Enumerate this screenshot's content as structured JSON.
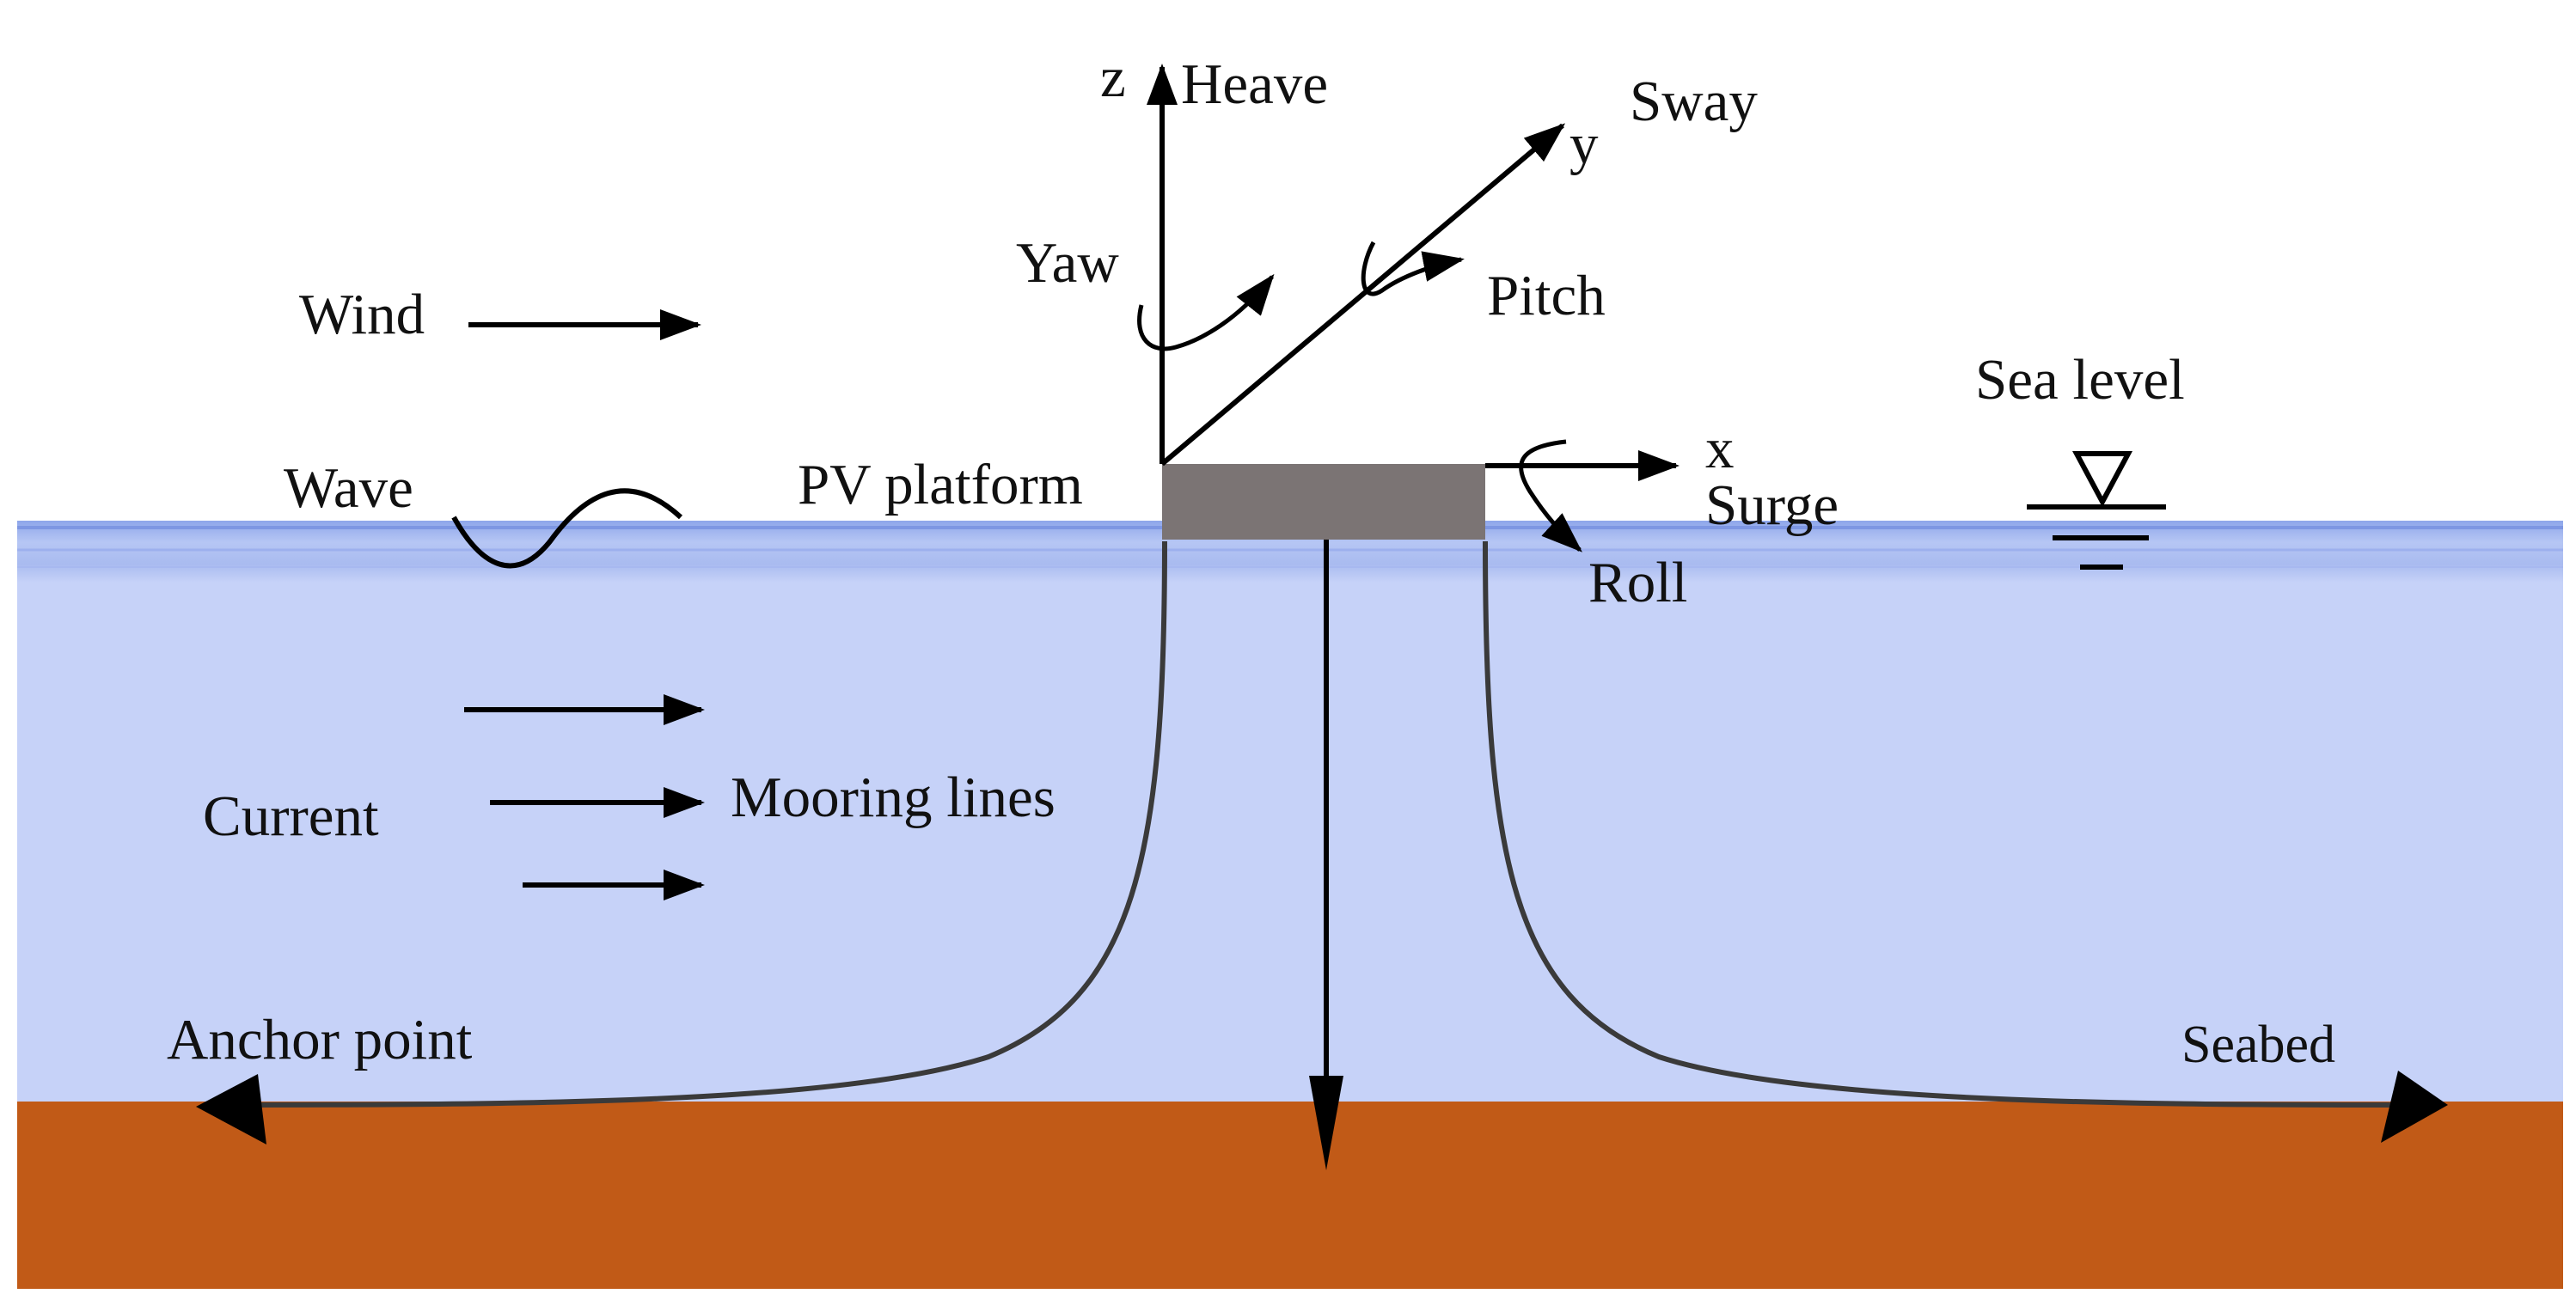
{
  "labels": {
    "z": "z",
    "heave": "Heave",
    "y": "y",
    "sway": "Sway",
    "yaw": "Yaw",
    "pitch": "Pitch",
    "x": "x",
    "surge": "Surge",
    "roll": "Roll",
    "wind": "Wind",
    "wave": "Wave",
    "pv_platform": "PV platform",
    "sea_level": "Sea level",
    "current": "Current",
    "mooring_lines": "Mooring lines",
    "anchor_point": "Anchor point",
    "seabed": "Seabed"
  },
  "colors": {
    "water": "#c6d2f8",
    "surface_band": "#9fb3ec",
    "seabed": "#c15a17",
    "platform": "#7b7474",
    "ink": "#000000",
    "mooring": "#3a3a3a"
  }
}
